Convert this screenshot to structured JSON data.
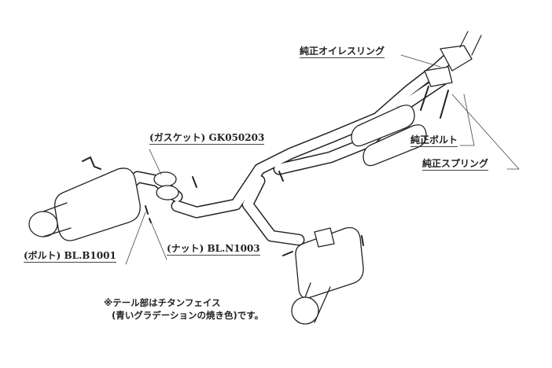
{
  "labels": {
    "oiles_ring": "純正オイレスリング",
    "oem_bolt": "純正ボルト",
    "oem_spring": "純正スプリング",
    "gasket": "(ガスケット) GK050203",
    "bolt": "(ボルト) BL.B1001",
    "nut": "(ナット) BL.N1003"
  },
  "note": {
    "line1": "※テール部はチタンフェイス",
    "line2": "(青いグラデーションの焼き色)です。"
  }
}
